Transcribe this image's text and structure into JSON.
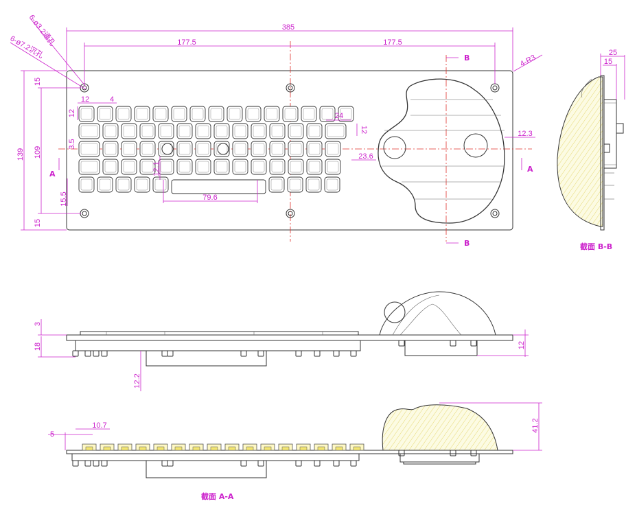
{
  "drawing": {
    "dims": {
      "overall_width": "385",
      "half_left": "177.5",
      "half_right": "177.5",
      "hole_small": "6-ø3.2通孔",
      "hole_large": "6-ø7.2沉孔",
      "corner_radius": "4-R3",
      "top_margin": "15",
      "bottom_margin": "15",
      "total_height": "139",
      "inner_height": "109",
      "row_pitch": "15.5",
      "key_offset": "3.5",
      "key_size": "12",
      "key_spacing_x": "12",
      "key_gap": "4",
      "key_right_w": "24",
      "key_right_h": "12",
      "key_right_gap": "23.6",
      "space_h": "12.1",
      "space_w": "79.6",
      "trackball_offset": "12.3",
      "side_width": "25",
      "side_inner": "15",
      "front_t": "3",
      "front_h": "18",
      "front_box": "12.2",
      "front_right_box": "12",
      "sec_t": "5",
      "sec_key": "10.7",
      "sec_dome": "41.2"
    },
    "section_markers": {
      "a": "A",
      "b": "B"
    },
    "section_titles": {
      "bb": "截面 B-B",
      "aa": "截面 A-A"
    }
  }
}
